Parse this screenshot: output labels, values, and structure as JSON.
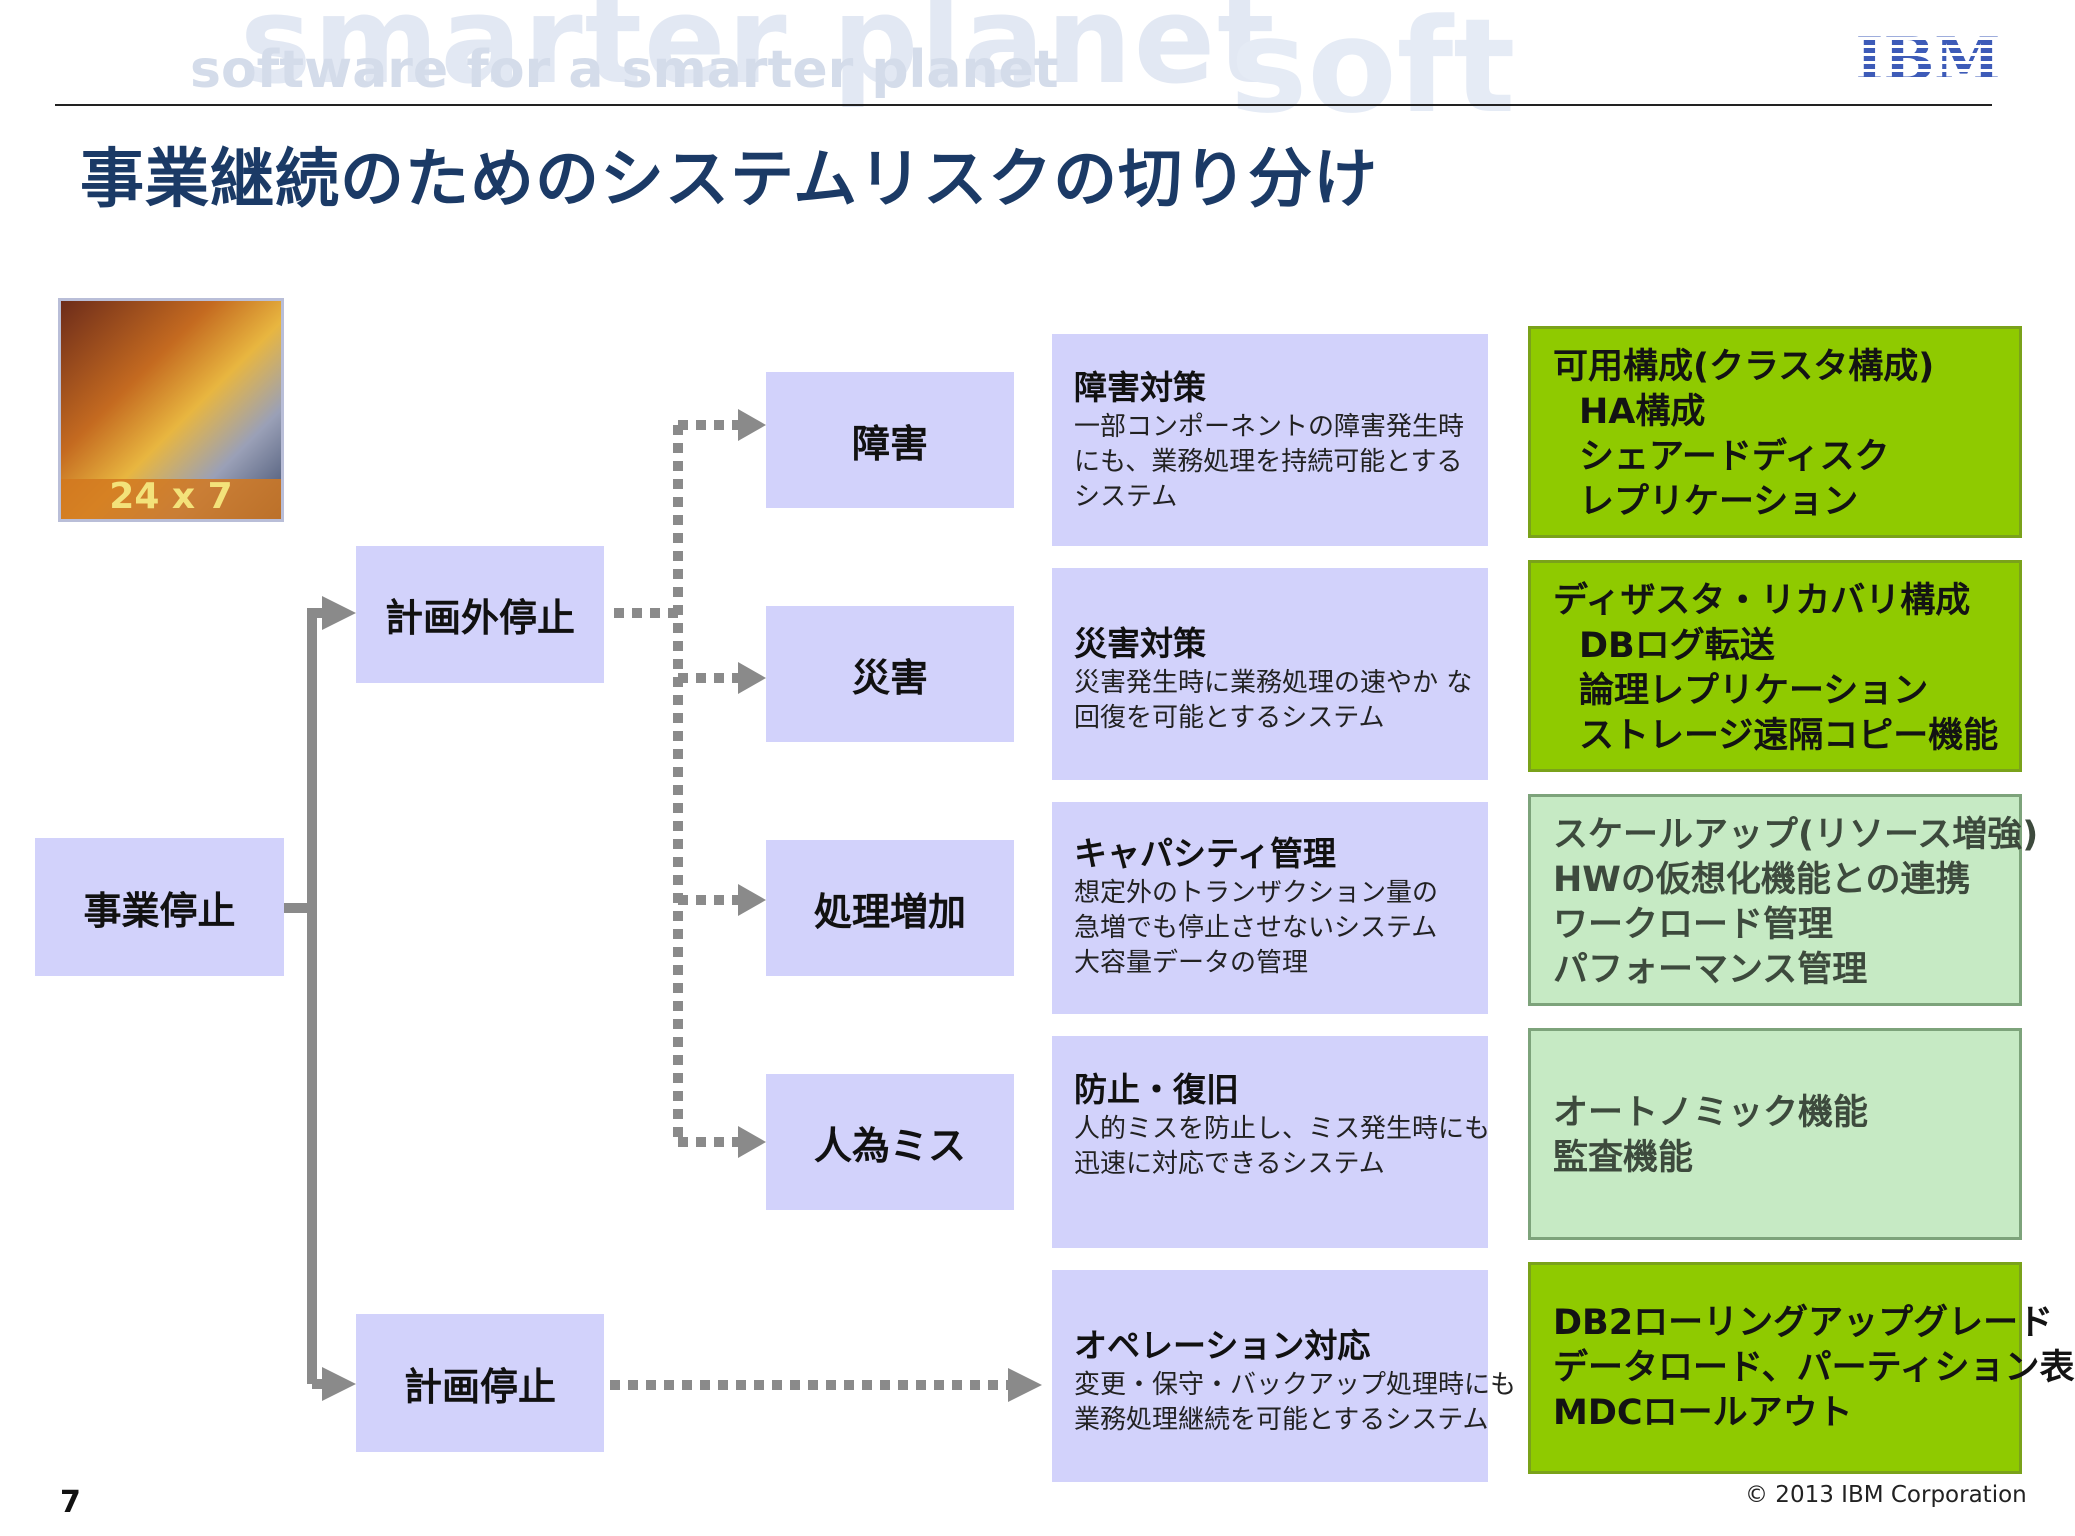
{
  "header": {
    "watermark_main": "smarter planet",
    "watermark_sub": "software for a smarter planet",
    "watermark_right": "soft",
    "logo": "IBM"
  },
  "title": "事業継続のためのシステムリスクの切り分け",
  "image": {
    "label": "24 x 7"
  },
  "root": "事業停止",
  "branches": {
    "unplanned": "計画外停止",
    "planned": "計画停止"
  },
  "risks": [
    "障害",
    "災害",
    "処理増加",
    "人為ミス"
  ],
  "measures": [
    {
      "heading": "障害対策",
      "lines": [
        "一部コンポーネントの障害発生時",
        "にも、業務処理を持続可能とする",
        "システム"
      ]
    },
    {
      "heading": "災害対策",
      "lines": [
        "災害発生時に業務処理の速やか な",
        "回復を可能とするシステム"
      ]
    },
    {
      "heading": "キャパシティ管理",
      "lines": [
        "想定外のトランザクション量の",
        "急増でも停止させないシステム",
        "大容量データの管理"
      ]
    },
    {
      "heading": "防止・復旧",
      "lines": [
        "人的ミスを防止し、ミス発生時にも",
        "迅速に対応できるシステム"
      ]
    },
    {
      "heading": "オペレーション対応",
      "lines": [
        "変更・保守・バックアップ処理時にも",
        "業務処理継続を可能とするシステム"
      ]
    }
  ],
  "solutions": [
    {
      "lines": [
        "可用構成(クラスタ構成)",
        "HA構成",
        "シェアードディスク",
        "レプリケーション"
      ]
    },
    {
      "lines": [
        "ディザスタ・リカバリ構成",
        "DBログ転送",
        "論理レプリケーション",
        "ストレージ遠隔コピー機能"
      ]
    },
    {
      "lines": [
        "スケールアップ(リソース増強)",
        "HWの仮想化機能との連携",
        "ワークロード管理",
        "パフォーマンス管理"
      ]
    },
    {
      "lines": [
        "オートノミック機能",
        "監査機能"
      ]
    },
    {
      "lines": [
        "DB2ローリングアップグレード",
        "データロード、パーティション表",
        "MDCロールアウト"
      ]
    }
  ],
  "footer": {
    "page": "7",
    "copyright": "© 2013 IBM Corporation"
  },
  "colors": {
    "title": "#1b3a66",
    "lavender": "#d2d2fb",
    "green": "#8fca00",
    "pale_green": "#c6eac4",
    "connector": "#8a8a8a"
  }
}
